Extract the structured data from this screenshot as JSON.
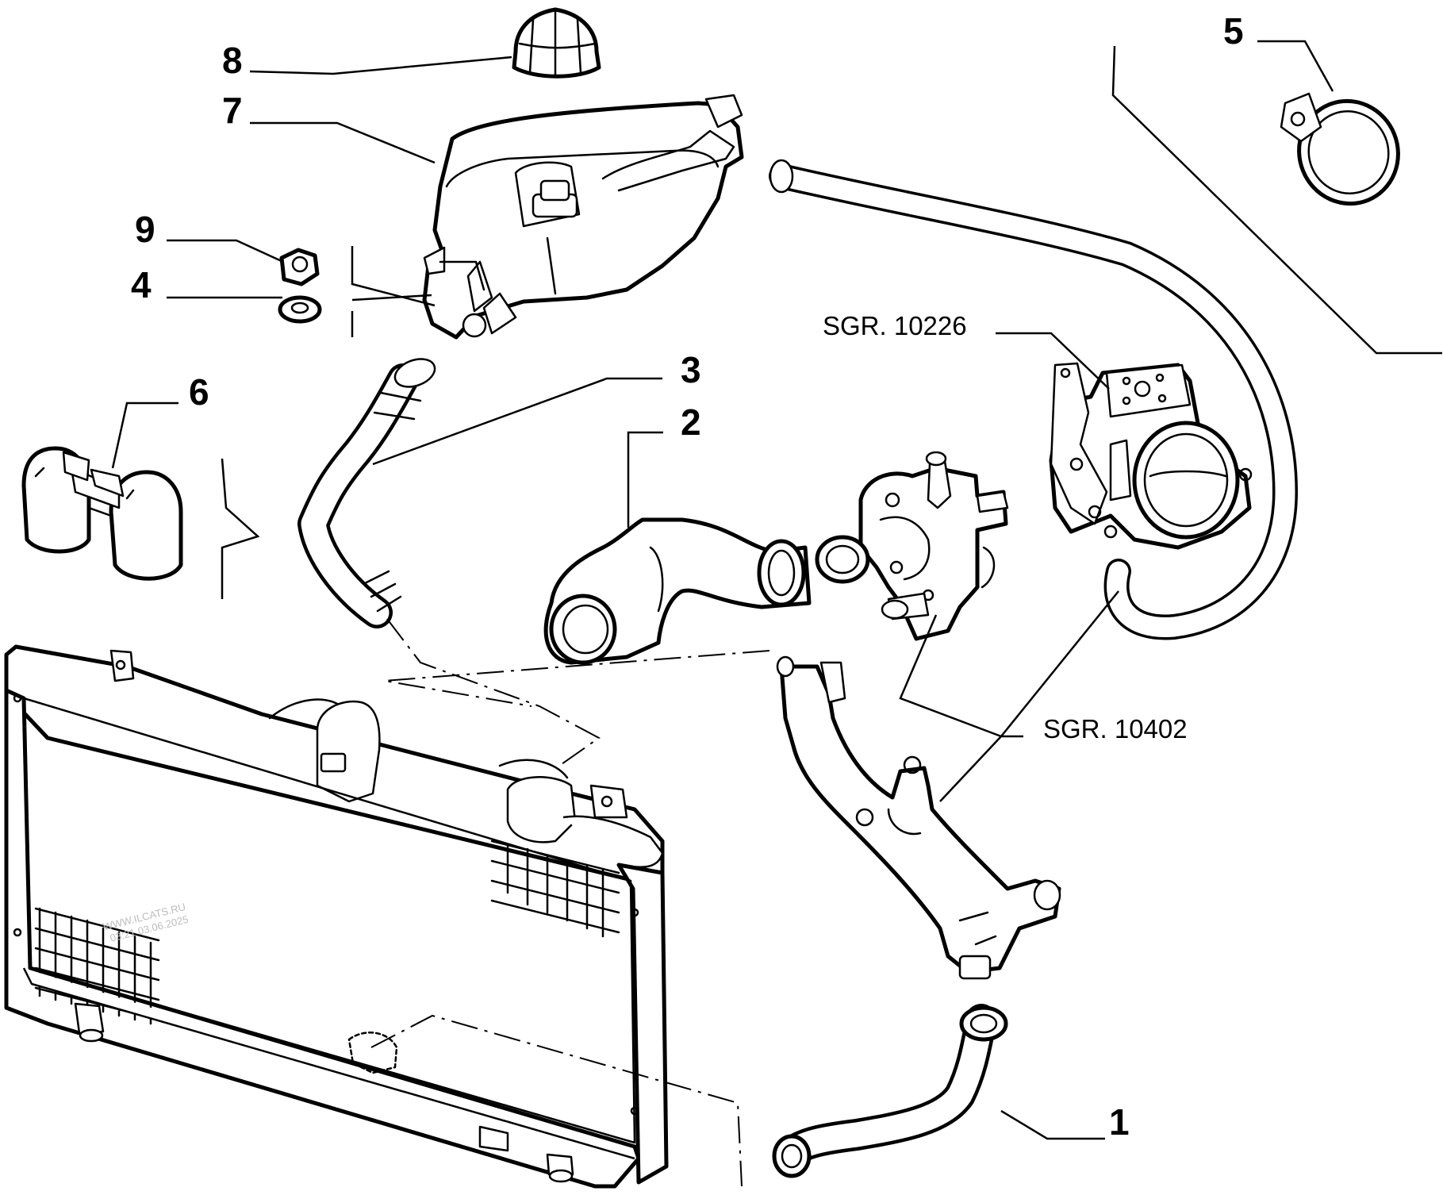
{
  "callouts": {
    "c1": "1",
    "c2": "2",
    "c3": "3",
    "c4": "4",
    "c5": "5",
    "c6": "6",
    "c7": "7",
    "c8": "8",
    "c9": "9"
  },
  "references": {
    "sgr_10226": "SGR. 10226",
    "sgr_10402": "SGR. 10402"
  },
  "watermark": {
    "line1": "WWW.ILCATS.RU",
    "line2": "03:21 03.06.2025"
  }
}
